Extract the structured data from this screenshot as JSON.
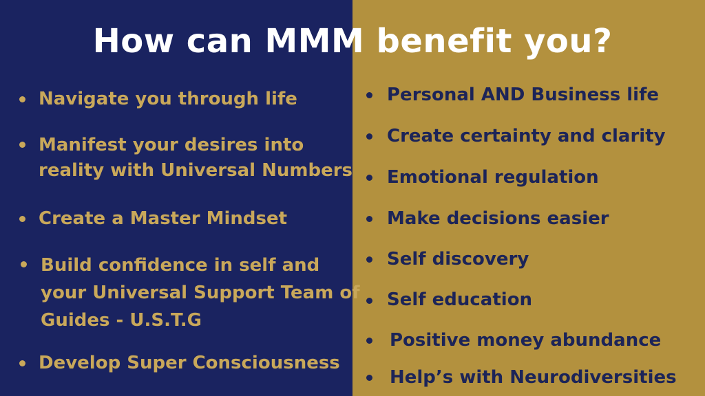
{
  "title": "How can MMM benefit you?",
  "colors": {
    "left_panel": "#1a2360",
    "right_panel": "#b3913e",
    "left_text": "#c9a85a",
    "right_text": "#1c2458",
    "title_text": "#ffffff"
  },
  "left_items": [
    {
      "lines": [
        "Navigate you through life"
      ]
    },
    {
      "lines": [
        "Manifest your desires into",
        "reality with Universal Numbers"
      ]
    },
    {
      "lines": [
        "Create a Master Mindset"
      ]
    },
    {
      "lines": [
        "Build confidence in self and",
        "your Universal Support Team of",
        "Guides - U.S.T.G"
      ]
    },
    {
      "lines": [
        "Develop Super Consciousness"
      ]
    }
  ],
  "right_items": [
    {
      "lines": [
        "Personal AND Business life"
      ]
    },
    {
      "lines": [
        "Create certainty and clarity"
      ]
    },
    {
      "lines": [
        "Emotional regulation"
      ]
    },
    {
      "lines": [
        "Make decisions easier"
      ]
    },
    {
      "lines": [
        "Self discovery"
      ]
    },
    {
      "lines": [
        "Self education"
      ]
    },
    {
      "lines": [
        "Positive money abundance"
      ]
    },
    {
      "lines": [
        "Help’s with Neurodiversities"
      ]
    }
  ]
}
